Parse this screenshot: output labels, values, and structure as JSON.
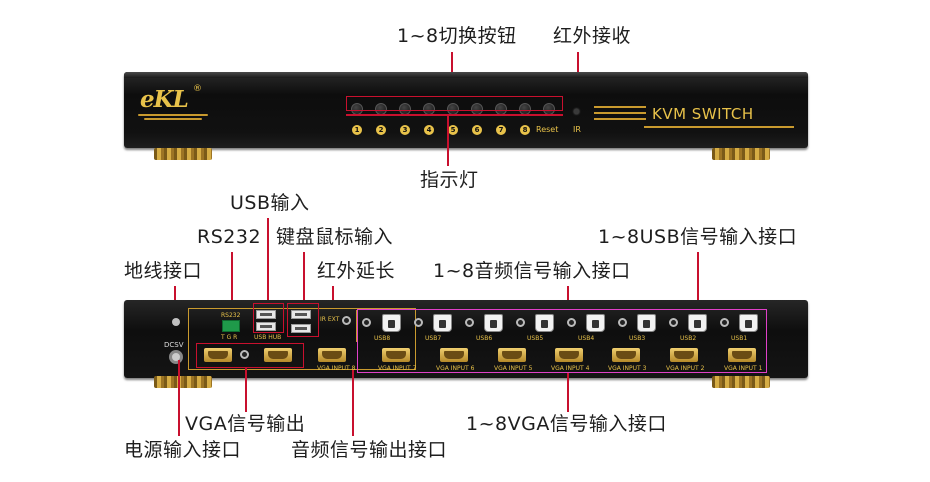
{
  "callouts": {
    "switch_buttons": "1~8切换按钮",
    "ir_receiver": "红外接收",
    "indicator_lights": "指示灯",
    "usb_input": "USB输入",
    "rs232": "RS232",
    "kb_mouse_input": "键盘鼠标输入",
    "ground_port": "地线接口",
    "ir_extension": "红外延长",
    "audio_inputs": "1~8音频信号输入接口",
    "usb_inputs": "1~8USB信号输入接口",
    "vga_output": "VGA信号输出",
    "power_input": "电源输入接口",
    "audio_output": "音频信号输出接口",
    "vga_inputs": "1~8VGA信号输入接口"
  },
  "front_panel": {
    "logo": "eKL",
    "logo_mark": "®",
    "title": "KVM SWITCH",
    "led_labels": [
      "1",
      "2",
      "3",
      "4",
      "5",
      "6",
      "7",
      "8"
    ],
    "reset_label": "Reset",
    "ir_label": "IR"
  },
  "rear_panel": {
    "rs232_label": "RS232",
    "tgr_label": "T G R",
    "usb_hub_label": "USB HUB",
    "ir_ext_label": "IR EXT",
    "dcsv_label": "DCSV",
    "usb_labels": [
      "USB8",
      "USB7",
      "USB6",
      "USB5",
      "USB4",
      "USB3",
      "USB2",
      "USB1"
    ],
    "vga_input_labels": [
      "VGA INPUT 8",
      "VGA INPUT 7",
      "VGA INPUT 6",
      "VGA INPUT 5",
      "VGA INPUT 4",
      "VGA INPUT 3",
      "VGA INPUT 2",
      "VGA INPUT 1"
    ]
  },
  "colors": {
    "accent_gold": "#e8c24a",
    "callout_line": "#c8102e",
    "highlight_magenta": "#e040c8",
    "chassis": "#111111"
  }
}
